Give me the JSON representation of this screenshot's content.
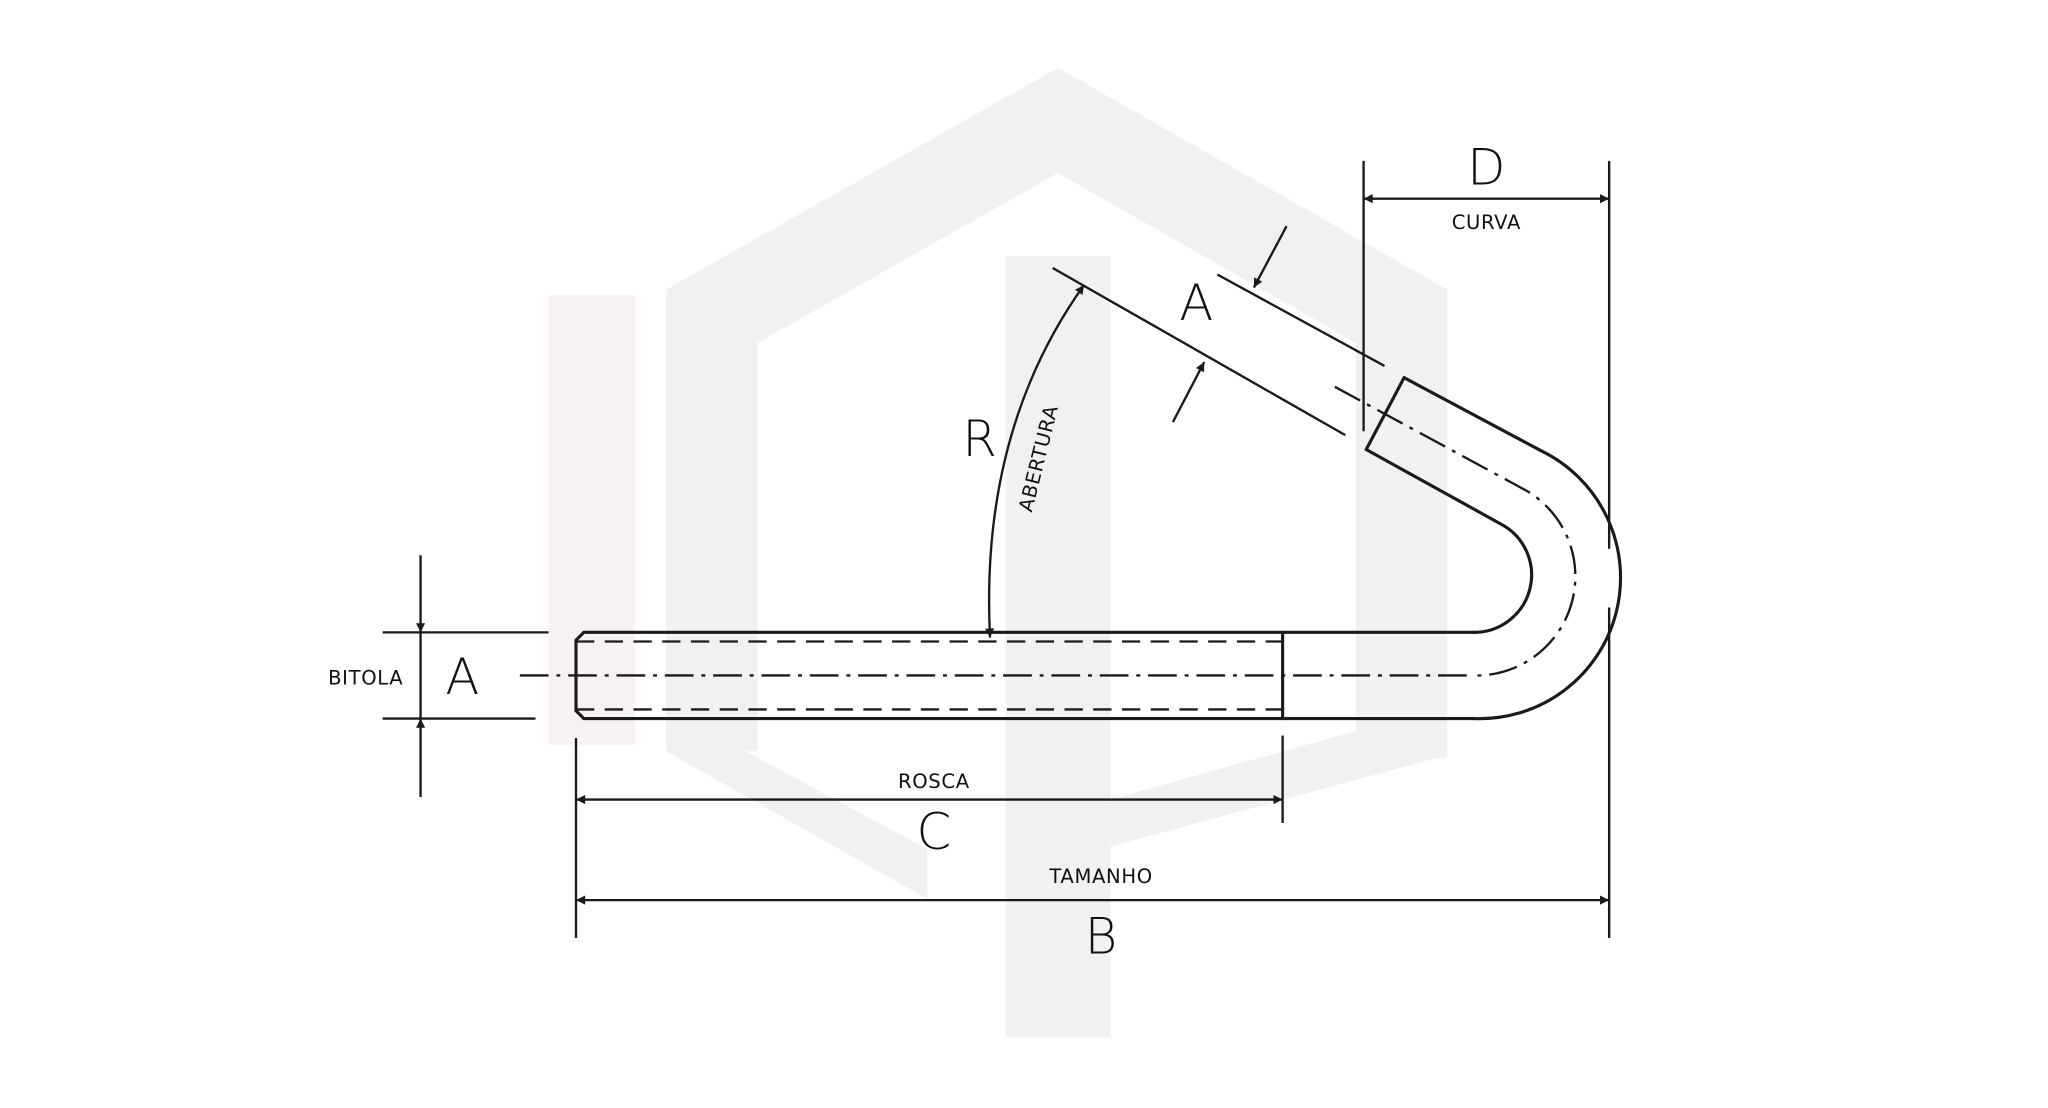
{
  "labels": {
    "bitola_letter": "A",
    "bitola": "BITOLA",
    "arm_letter": "A",
    "radius_letter": "R",
    "abertura": "ABERTURA",
    "curva_letter": "D",
    "curva": "CURVA",
    "rosca_letter": "C",
    "rosca": "ROSCA",
    "tamanho_letter": "B",
    "tamanho": "TAMANHO"
  },
  "colors": {
    "line": "#1a1a1a",
    "watermark_grey": "#f1f1f1",
    "watermark_pink": "#f8f1f1"
  }
}
